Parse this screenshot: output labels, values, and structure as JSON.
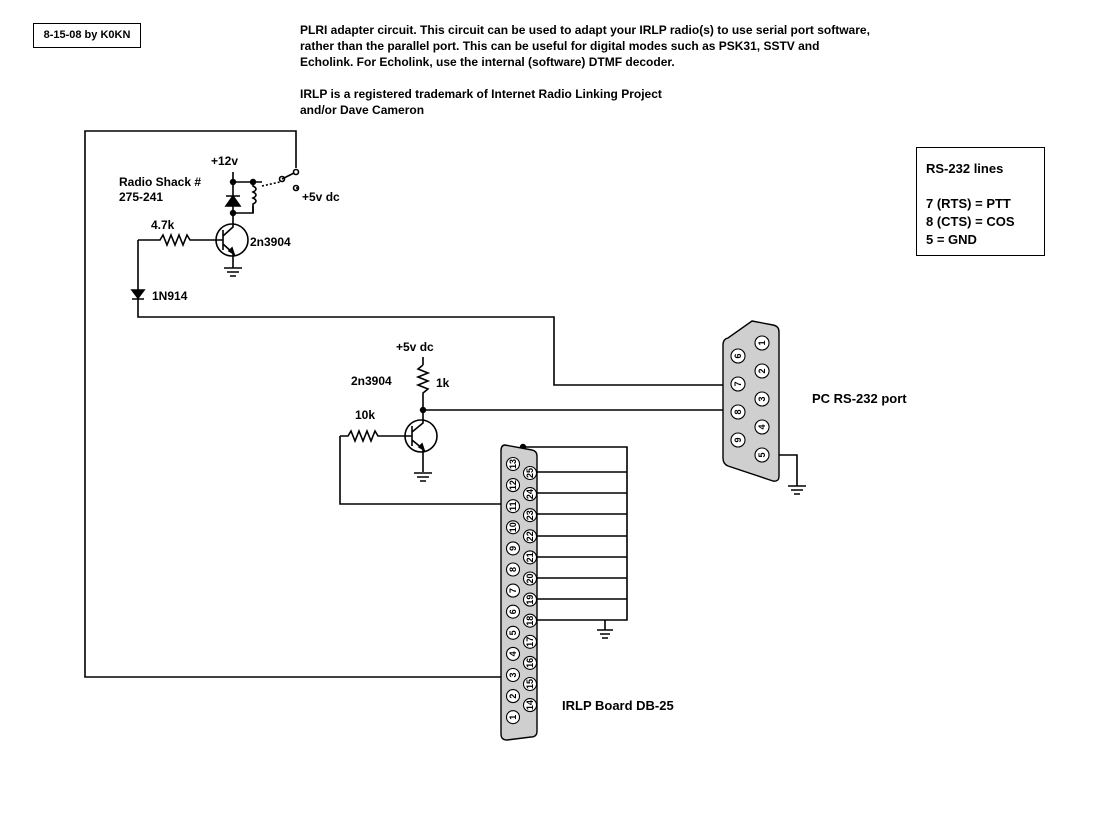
{
  "header": {
    "date_author": "8-15-08 by K0KN",
    "description_lines": [
      "PLRI adapter circuit. This circuit can be used to adapt your IRLP radio(s) to use serial port software,",
      "rather than the parallel port. This can be useful for digital modes such as PSK31, SSTV and",
      "Echolink. For Echolink, use the internal (software) DTMF decoder."
    ],
    "trademark_lines": [
      "IRLP is a registered trademark of Internet Radio Linking Project",
      "and/or Dave Cameron"
    ]
  },
  "rs232_box": {
    "title": "RS-232 lines",
    "lines": [
      "7 (RTS) = PTT",
      "8 (CTS) = COS",
      "5 = GND"
    ]
  },
  "labels": {
    "plus12v": "+12v",
    "relay_name": "Radio Shack #",
    "relay_part": "275-241",
    "plus5v_relay": "+5v dc",
    "r_base_top": "4.7k",
    "transistor_top": "2n3904",
    "diode": "1N914",
    "plus5v_bottom": "+5v dc",
    "transistor_bottom": "2n3904",
    "r_pullup": "1k",
    "r_base_bottom": "10k",
    "pc_port": "PC RS-232 port",
    "irlp_board": "IRLP Board DB-25"
  },
  "db9": {
    "top_row": [
      "1",
      "2",
      "3",
      "4",
      "5"
    ],
    "bottom_row": [
      "6",
      "7",
      "8",
      "9"
    ]
  },
  "db25": {
    "left_row": [
      "13",
      "12",
      "11",
      "10",
      "9",
      "8",
      "7",
      "6",
      "5",
      "4",
      "3",
      "2",
      "1"
    ],
    "right_row": [
      "25",
      "24",
      "23",
      "22",
      "21",
      "20",
      "19",
      "18",
      "17",
      "16",
      "15",
      "14"
    ]
  }
}
